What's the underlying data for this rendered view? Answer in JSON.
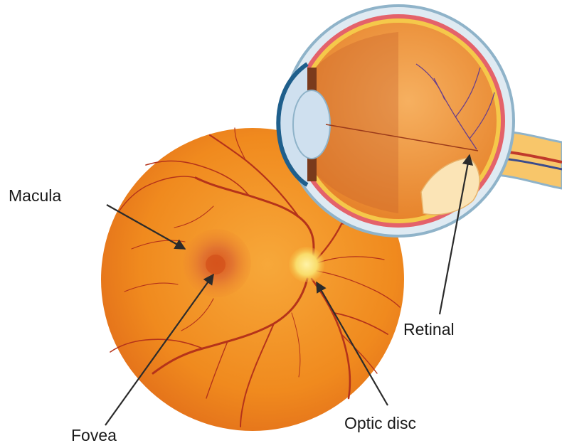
{
  "labels": {
    "macula": "Macula",
    "fovea": "Fovea",
    "optic_disc": "Optic disc",
    "retinal": "Retinal"
  },
  "colors": {
    "fundus": "#f08a1e",
    "fundus_edge": "#e06a12",
    "vessel": "#b5331a",
    "macula": "#e0742c",
    "fovea": "#d65a1f",
    "optic_disc": "#fbe98a",
    "sclera": "#dfeaf2",
    "sclera_outline": "#8fb3c9",
    "eyeball_interior": "#f19a45",
    "lens": "#cfe0ef",
    "cornea": "#1f5f8c",
    "optic_nerve": "#f8c66a",
    "arrow": "#2b2b2b"
  }
}
